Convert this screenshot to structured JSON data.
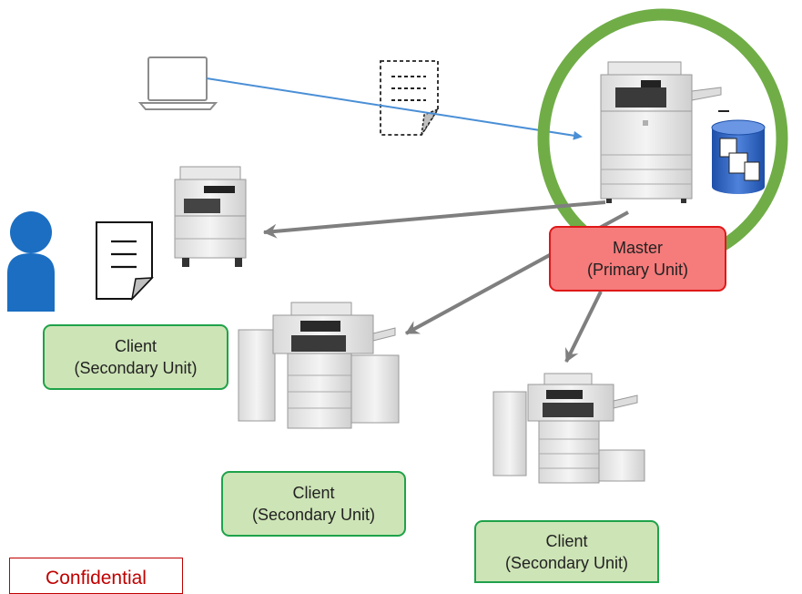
{
  "master": {
    "line1": "Master",
    "line2": "(Primary Unit)"
  },
  "clients": [
    {
      "line1": "Client",
      "line2": "(Secondary Unit)"
    },
    {
      "line1": "Client",
      "line2": "(Secondary Unit)"
    },
    {
      "line1": "Client",
      "line2": "(Secondary Unit)"
    }
  ],
  "confidential": "Confidential",
  "colors": {
    "master_fill": "#f67b7b",
    "master_border": "#e01818",
    "client_fill": "#cde4b6",
    "client_border": "#1fa24a",
    "master_ring": "#70ad47",
    "send_arrow": "#4a8fd6",
    "distribute_arrow": "#7f7f7f",
    "user": "#1b6ec2",
    "confidential": "#c00000",
    "database": "#2f5fbf"
  }
}
